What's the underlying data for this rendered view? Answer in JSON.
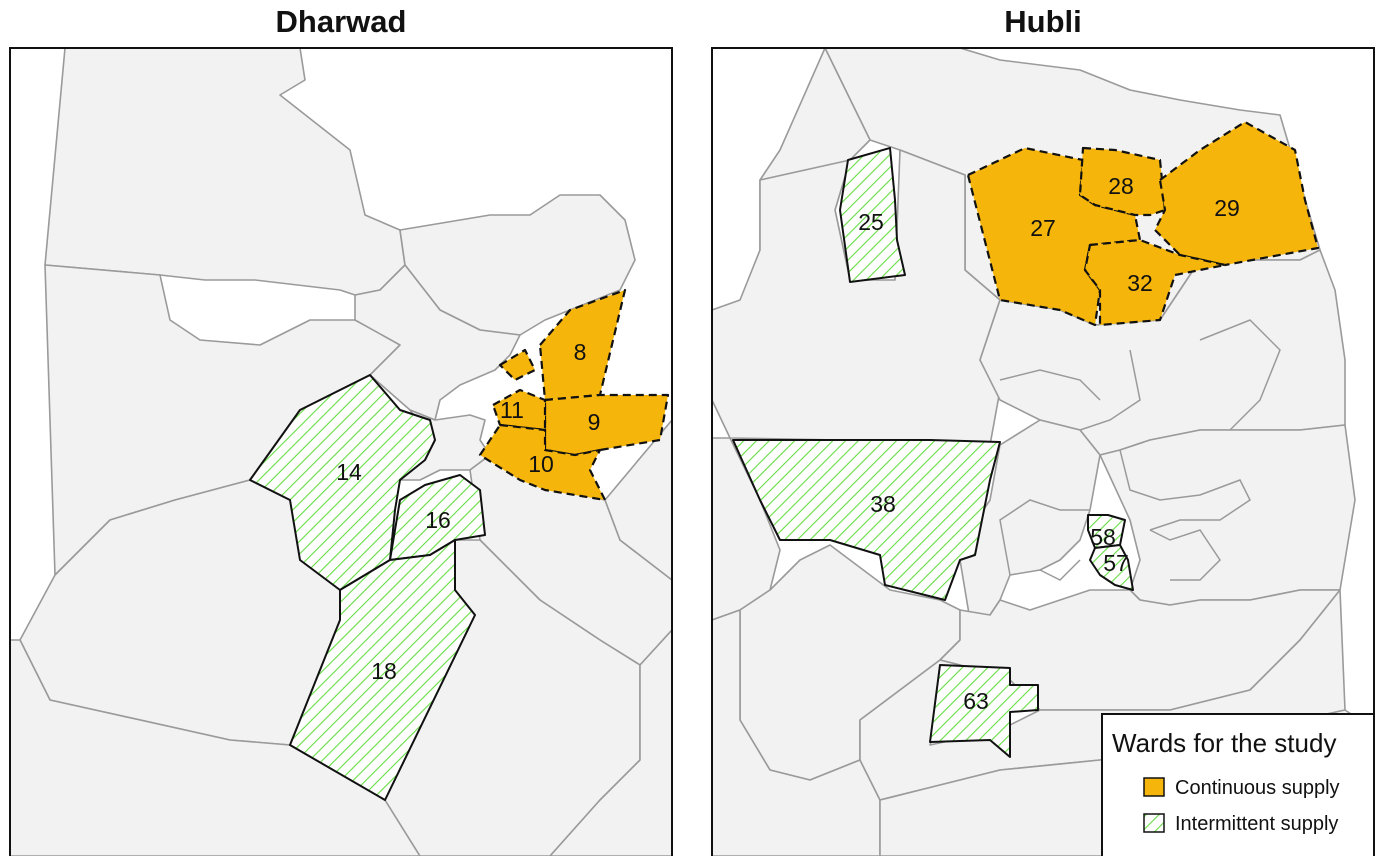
{
  "panels": [
    {
      "title": "Dharwad"
    },
    {
      "title": "Hubli"
    }
  ],
  "wards": {
    "dharwad": {
      "continuous": [
        "8",
        "9",
        "10",
        "11"
      ],
      "intermittent": [
        "14",
        "16",
        "18"
      ]
    },
    "hubli": {
      "continuous": [
        "27",
        "28",
        "29",
        "32"
      ],
      "intermittent": [
        "25",
        "38",
        "57",
        "58",
        "63"
      ]
    }
  },
  "legend": {
    "title": "Wards for the study",
    "items": [
      {
        "label": "Continuous supply",
        "color": "#f5b50a",
        "style": "solid-dashed-border"
      },
      {
        "label": "Intermittent supply",
        "color": "#66dd44",
        "style": "hatched"
      }
    ]
  },
  "colors": {
    "background_ward": "#f2f2f2",
    "ward_border": "#9a9a9a",
    "continuous": "#f5b50a",
    "intermittent_hatch": "#66dd44"
  }
}
